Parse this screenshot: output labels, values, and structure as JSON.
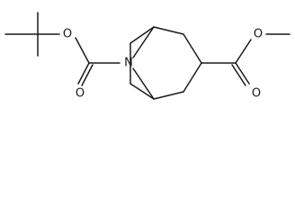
{
  "molecule": {
    "atoms": {
      "ester_oxygen_methyl": "O",
      "carbonyl_oxygen_methyl_ester": "O",
      "ester_oxygen_boc": "O",
      "carbonyl_oxygen_boc": "O",
      "bridge_nitrogen": "N"
    }
  },
  "colors": {
    "bond": "#1a1a1a",
    "label": "#1a1a1a",
    "background": "#ffffff"
  }
}
